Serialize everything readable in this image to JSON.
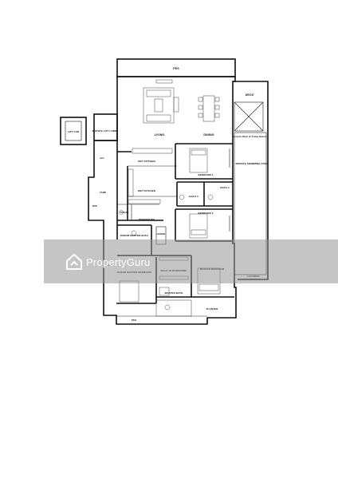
{
  "floorplan": {
    "rooms": {
      "pes_top": "PES",
      "deck": "DECK",
      "lift_car": "LIFT CAR",
      "private_lift_lobby": "PRIVATE LIFT LOBBY",
      "living": "LIVING",
      "dining": "DINING",
      "ac_ledge": "A/C",
      "dry_kitchen": "DRY KITCHEN",
      "wet_kitchen": "WET KITCHEN",
      "yard": "YARD",
      "ws": "W/S",
      "bedroom_4": "BEDROOM 4",
      "bath_3": "BATH 3",
      "bath_4": "BATH 4",
      "bedroom_3": "BEDROOM 3",
      "toilet": "TOILET",
      "powder_rm": "POWDER RM",
      "junior_master_bath": "JUNIOR MASTER BATH",
      "ledge": "LEDGE",
      "walk_in_wardrobe": "WALK-IN WARDROBE",
      "master_bedroom": "MASTER BEDROOM",
      "junior_master_bedroom": "JUNIOR MASTER BEDROOM",
      "master_bath": "MASTER BATH",
      "planter": "PLANTER",
      "pes_bottom": "PES",
      "private_swimming_pool": "PRIVATE SWIMMING POOL",
      "system_filter": "System Filter & Pump Below",
      "louvred": "LOUVRED",
      "ac_lower": "A/C"
    }
  },
  "watermark": {
    "brand": "PropertyGuru",
    "logo_icon": "propertyguru-logo-icon"
  }
}
